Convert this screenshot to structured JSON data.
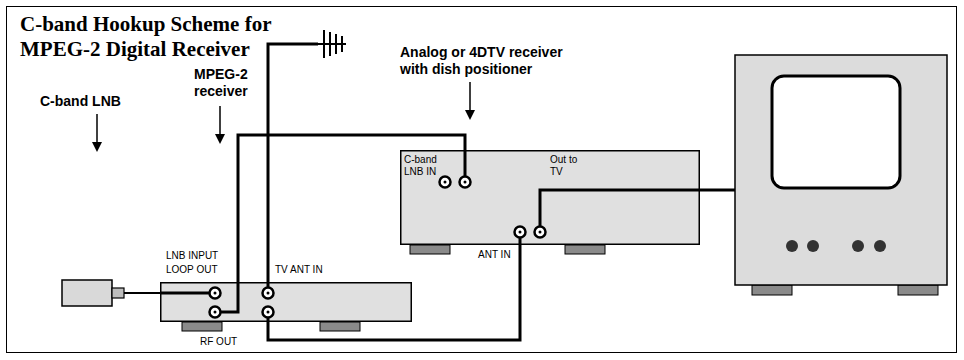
{
  "diagram": {
    "title": "C-band Hookup Scheme for MPEG-2 Digital Receiver",
    "nodes": [
      {
        "text": [
          "LNB INPUT",
          "LOOP OUT",
          "TV ANT IN",
          "RF OUT"
        ]
      },
      {
        "text": [
          "C-band LNB IN",
          "Out to TV",
          "ANT IN"
        ]
      }
    ],
    "edges": [
      {
        "from": 0,
        "to": 1,
        "arrow": "none"
      },
      {
        "from": 0,
        "to": 1,
        "arrow": "none"
      }
    ],
    "labels": [
      "C-band LNB",
      "MPEG-2 receiver",
      "Analog or 4DTV receiver with dish positioner"
    ]
  }
}
